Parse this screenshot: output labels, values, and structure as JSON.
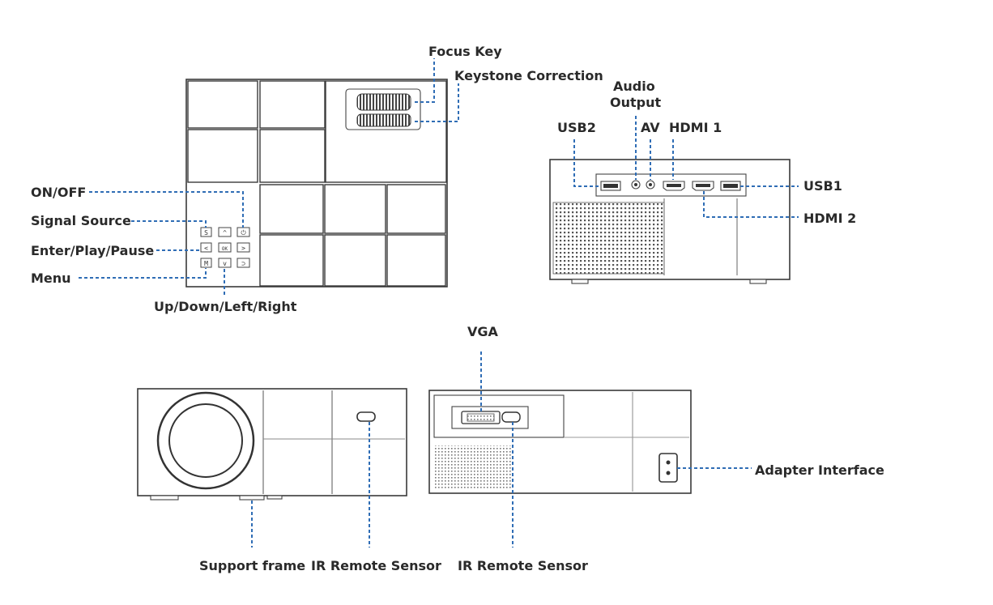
{
  "labels": {
    "focus_key": "Focus Key",
    "keystone_correction": "Keystone Correction",
    "audio_output_line1": "Audio",
    "audio_output_line2": "Output",
    "usb2": "USB2",
    "av": "AV",
    "hdmi1": "HDMI 1",
    "usb1": "USB1",
    "hdmi2": "HDMI 2",
    "on_off": "ON/OFF",
    "signal_source": "Signal Source",
    "enter_play_pause": "Enter/Play/Pause",
    "menu": "Menu",
    "up_down_left_right": "Up/Down/Left/Right",
    "vga": "VGA",
    "adapter_interface": "Adapter Interface",
    "support_frame": "Support frame",
    "ir_remote_sensor_front": "IR Remote Sensor",
    "ir_remote_sensor_back": "IR Remote Sensor"
  },
  "buttons": {
    "source": "S",
    "up": "^",
    "power": "⏻",
    "left": "<",
    "ok": "OK",
    "right": ">",
    "menu": "M",
    "down": "v",
    "back": "⊃"
  },
  "colors": {
    "leader_line": "#2f6db5",
    "outline": "#3a3a3a",
    "label_text": "#2a2a2a"
  }
}
